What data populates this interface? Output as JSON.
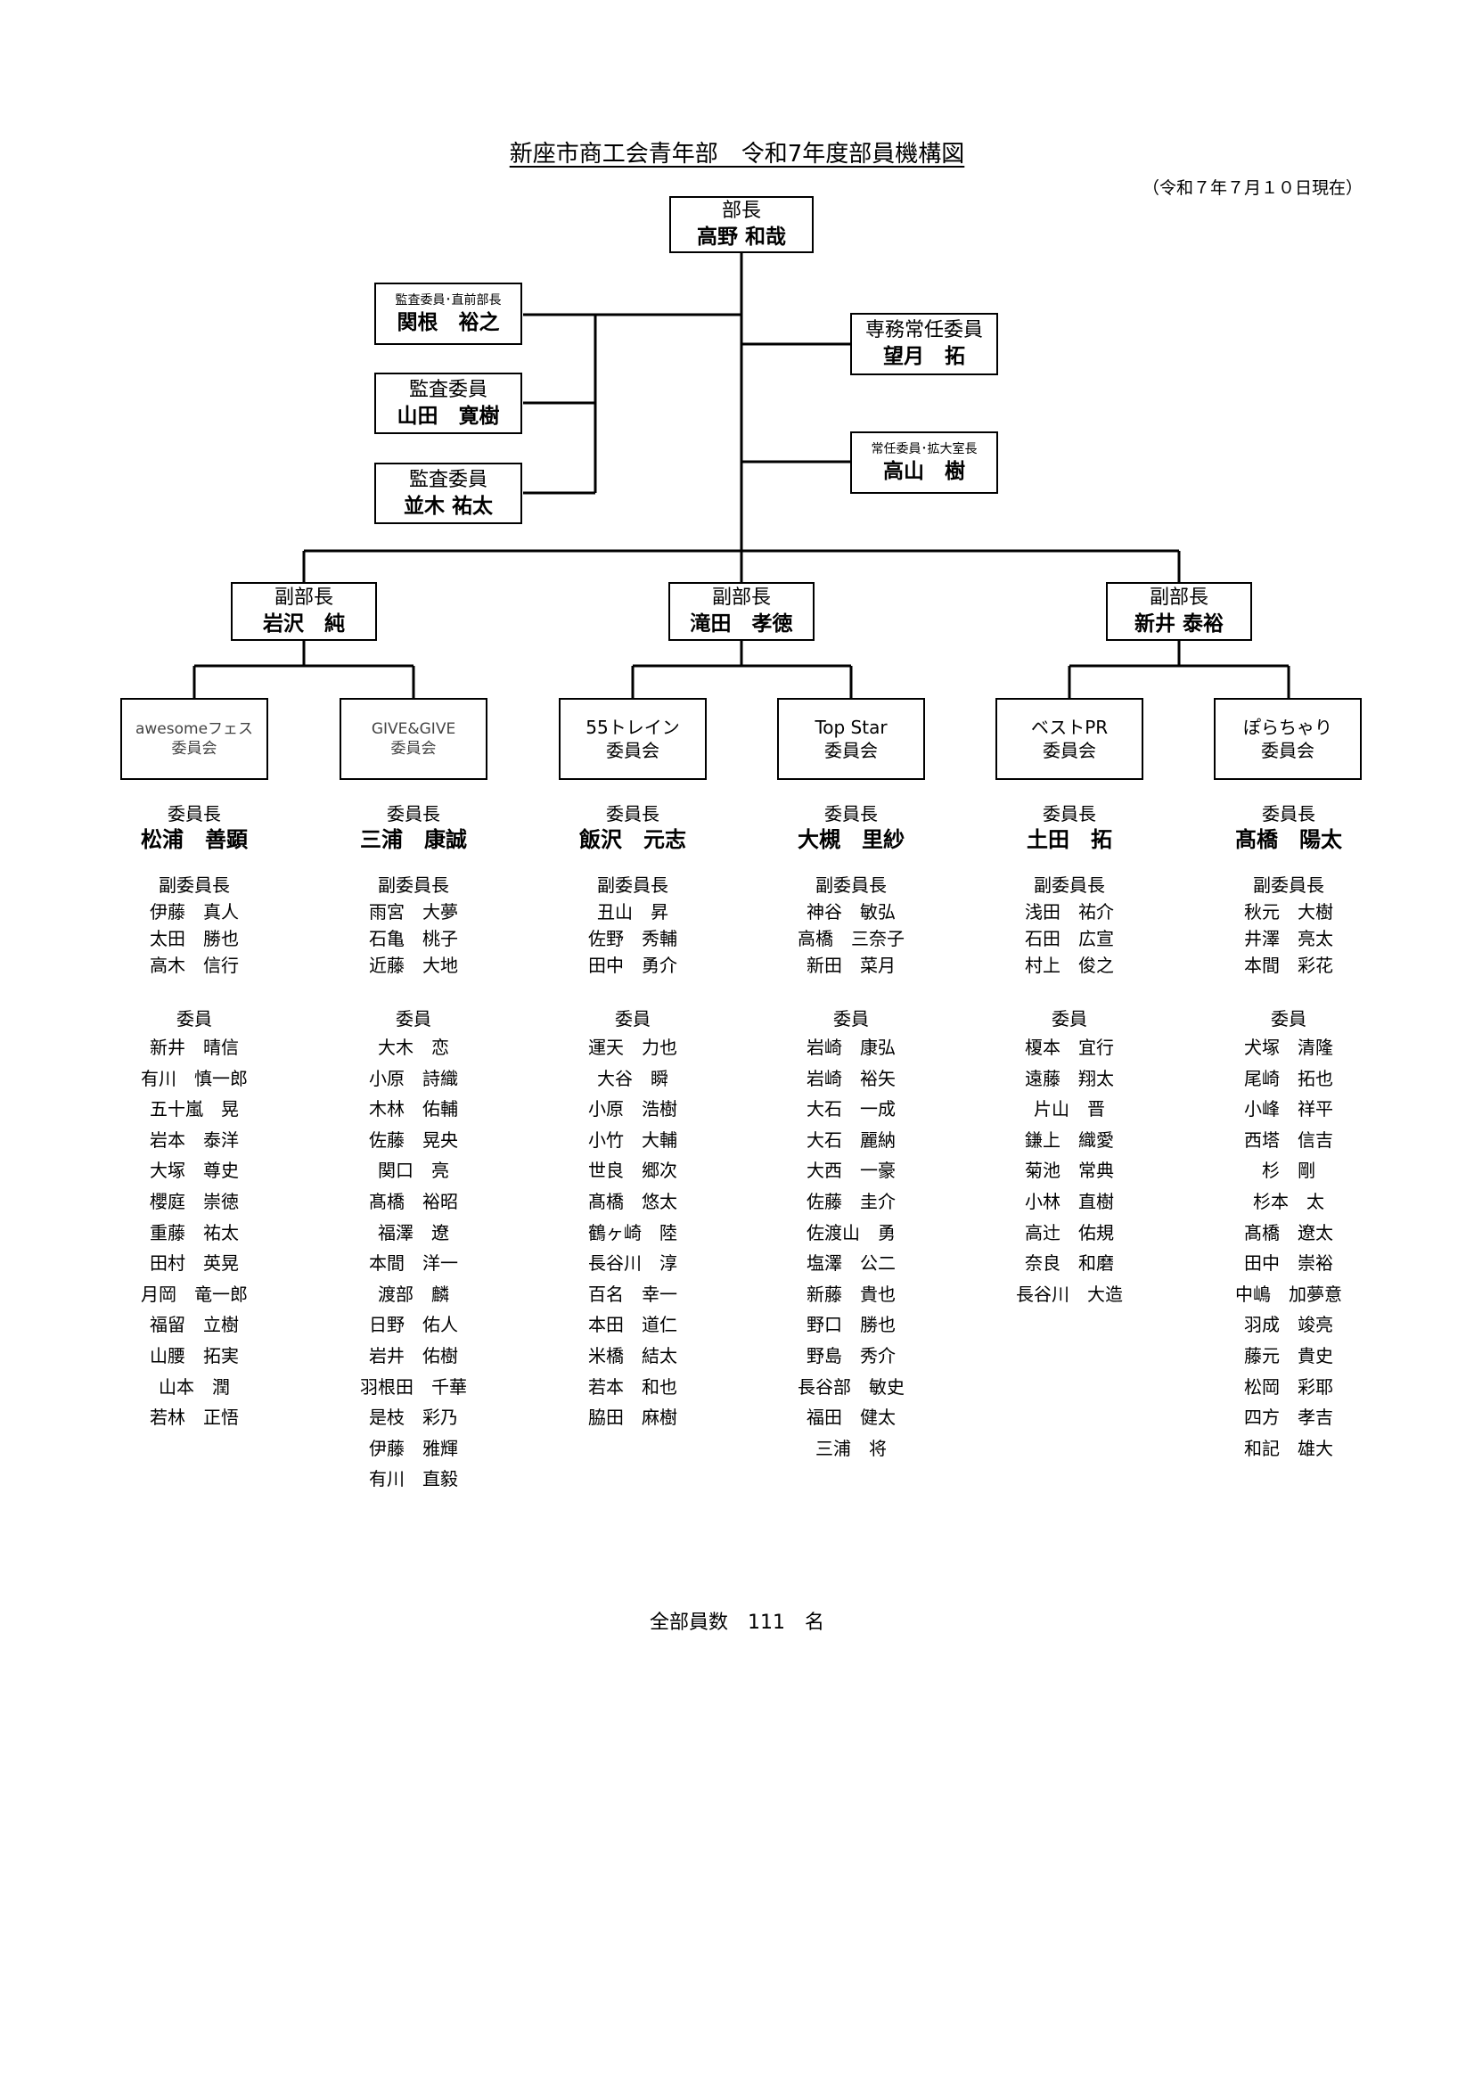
{
  "title": "新座市商工会青年部　令和7年度部員機構図",
  "date": "（令和７年７月１０日現在）",
  "top": {
    "role": "部長",
    "name": "高野 和哉"
  },
  "left_boxes": [
    {
      "role": "監査委員･直前部長",
      "name": "関根　裕之"
    },
    {
      "role": "監査委員",
      "name": "山田　寛樹"
    },
    {
      "role": "監査委員",
      "name": "並木 祐太"
    }
  ],
  "right_boxes": [
    {
      "role": "専務常任委員",
      "name": "望月　拓"
    },
    {
      "role": "常任委員･拡大室長",
      "name": "高山　樹"
    }
  ],
  "vice_chiefs": [
    {
      "role": "副部長",
      "name": "岩沢　純"
    },
    {
      "role": "副部長",
      "name": "滝田　孝徳"
    },
    {
      "role": "副部長",
      "name": "新井 泰裕"
    }
  ],
  "committees": [
    {
      "name1": "awesomeフェス",
      "name2": "委員会",
      "style": "light",
      "chair_label": "委員長",
      "chair": "松浦　善顕",
      "vice_label": "副委員長",
      "vices": [
        "伊藤　真人",
        "太田　勝也",
        "高木　信行"
      ],
      "member_label": "委員",
      "members": [
        "新井　晴信",
        "有川　慎一郎",
        "五十嵐　晃",
        "岩本　泰洋",
        "大塚　尊史",
        "櫻庭　崇徳",
        "重藤　祐太",
        "田村　英晃",
        "月岡　竜一郎",
        "福留　立樹",
        "山腰　拓実",
        "山本　潤",
        "若林　正悟"
      ]
    },
    {
      "name1": "GIVE&GIVE",
      "name2": "委員会",
      "style": "light",
      "chair_label": "委員長",
      "chair": "三浦　康誠",
      "vice_label": "副委員長",
      "vices": [
        "雨宮　大夢",
        "石亀　桃子",
        "近藤　大地"
      ],
      "member_label": "委員",
      "members": [
        "大木　恋",
        "小原　詩織",
        "木林　佑輔",
        "佐藤　晃央",
        "関口　亮",
        "髙橋　裕昭",
        "福澤　遼",
        "本間　洋一",
        "渡部　麟",
        "日野　佑人",
        "岩井　佑樹",
        "羽根田　千華",
        "是枝　彩乃",
        "伊藤　雅輝",
        "有川　直毅"
      ]
    },
    {
      "name1": "55トレイン",
      "name2": "委員会",
      "style": "normal",
      "chair_label": "委員長",
      "chair": "飯沢　元志",
      "vice_label": "副委員長",
      "vices": [
        "丑山　昇",
        "佐野　秀輔",
        "田中　勇介"
      ],
      "member_label": "委員",
      "members": [
        "運天　力也",
        "大谷　瞬",
        "小原　浩樹",
        "小竹　大輔",
        "世良　郷次",
        "髙橋　悠太",
        "鶴ヶ崎　陸",
        "長谷川　淳",
        "百名　幸一",
        "本田　道仁",
        "米橋　結太",
        "若本　和也",
        "脇田　麻樹"
      ]
    },
    {
      "name1": "Top Star",
      "name2": "委員会",
      "style": "normal",
      "chair_label": "委員長",
      "chair": "大槻　里紗",
      "vice_label": "副委員長",
      "vices": [
        "神谷　敏弘",
        "高橋　三奈子",
        "新田　菜月"
      ],
      "member_label": "委員",
      "members": [
        "岩崎　康弘",
        "岩崎　裕矢",
        "大石　一成",
        "大石　麗納",
        "大西　一豪",
        "佐藤　圭介",
        "佐渡山　勇",
        "塩澤　公二",
        "新藤　貴也",
        "野口　勝也",
        "野島　秀介",
        "長谷部　敏史",
        "福田　健太",
        "三浦　将"
      ]
    },
    {
      "name1": "ベストPR",
      "name2": "委員会",
      "style": "normal",
      "chair_label": "委員長",
      "chair": "土田　拓",
      "vice_label": "副委員長",
      "vices": [
        "浅田　祐介",
        "石田　広宣",
        "村上　俊之"
      ],
      "member_label": "委員",
      "members": [
        "榎本　宜行",
        "遠藤　翔太",
        "片山　晋",
        "鎌上　織愛",
        "菊池　常典",
        "小林　直樹",
        "高辻　佑規",
        "奈良　和磨",
        "長谷川　大造"
      ]
    },
    {
      "name1": "ぽらちゃり",
      "name2": "委員会",
      "style": "normal",
      "chair_label": "委員長",
      "chair": "髙橋　陽太",
      "vice_label": "副委員長",
      "vices": [
        "秋元　大樹",
        "井澤　亮太",
        "本間　彩花"
      ],
      "member_label": "委員",
      "members": [
        "犬塚　清隆",
        "尾崎　拓也",
        "小峰　祥平",
        "西塔　信吉",
        "杉　剛",
        "杉本　太",
        "髙橋　遼太",
        "田中　崇裕",
        "中嶋　加夢意",
        "羽成　竣亮",
        "藤元　貴史",
        "松岡　彩耶",
        "四方　孝吉",
        "和記　雄大"
      ]
    }
  ],
  "total": "全部員数　111　名"
}
